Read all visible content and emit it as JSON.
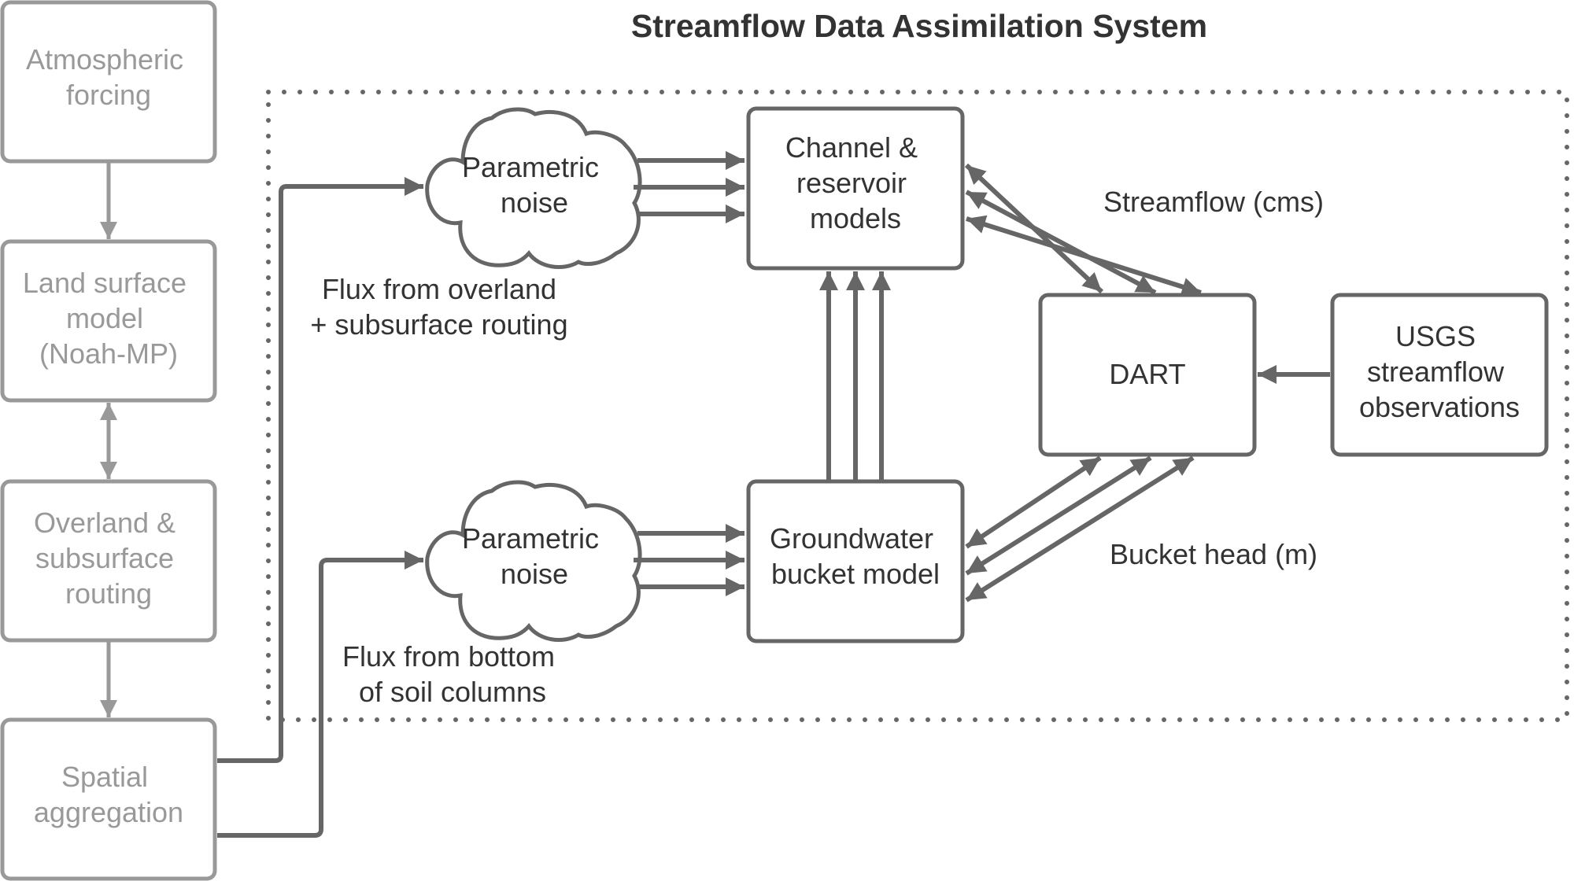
{
  "title": "Streamflow Data Assimilation System",
  "colors": {
    "external_component": "#999999",
    "system_component": "#666666",
    "text_dark": "#333333",
    "background": "#ffffff"
  },
  "external_nodes": [
    {
      "id": "atmospheric-forcing",
      "lines": [
        "Atmospheric",
        "forcing"
      ]
    },
    {
      "id": "land-surface-model",
      "lines": [
        "Land surface",
        "model",
        "(Noah-MP)"
      ]
    },
    {
      "id": "overland-subsurface-routing",
      "lines": [
        "Overland &",
        "subsurface",
        "routing"
      ]
    },
    {
      "id": "spatial-aggregation",
      "lines": [
        "Spatial",
        "aggregation"
      ]
    }
  ],
  "system_nodes": {
    "noise_top": {
      "lines": [
        "Parametric",
        "noise"
      ]
    },
    "noise_bottom": {
      "lines": [
        "Parametric",
        "noise"
      ]
    },
    "channel": {
      "lines": [
        "Channel &",
        "reservoir",
        "models"
      ]
    },
    "groundwater": {
      "lines": [
        "Groundwater",
        "bucket model"
      ]
    },
    "dart": {
      "lines": [
        "DART"
      ]
    },
    "usgs": {
      "lines": [
        "USGS",
        "streamflow",
        "observations"
      ]
    }
  },
  "edge_labels": {
    "flux_overland": [
      "Flux from overland",
      "+ subsurface routing"
    ],
    "flux_bottom": [
      "Flux from bottom",
      "of soil columns"
    ],
    "streamflow": "Streamflow (cms)",
    "bucket_head": "Bucket head (m)"
  },
  "edges": [
    {
      "from": "atmospheric-forcing",
      "to": "land-surface-model",
      "direction": "forward"
    },
    {
      "from": "land-surface-model",
      "to": "overland-subsurface-routing",
      "direction": "bidirectional"
    },
    {
      "from": "overland-subsurface-routing",
      "to": "spatial-aggregation",
      "direction": "forward"
    },
    {
      "from": "spatial-aggregation",
      "to": "noise_top",
      "direction": "forward",
      "label": "flux_overland"
    },
    {
      "from": "spatial-aggregation",
      "to": "noise_bottom",
      "direction": "forward",
      "label": "flux_bottom"
    },
    {
      "from": "noise_top",
      "to": "channel",
      "direction": "forward",
      "count": 3
    },
    {
      "from": "noise_bottom",
      "to": "groundwater",
      "direction": "forward",
      "count": 3
    },
    {
      "from": "groundwater",
      "to": "channel",
      "direction": "forward",
      "count": 3
    },
    {
      "from": "channel",
      "to": "dart",
      "direction": "bidirectional",
      "count": 3,
      "label": "streamflow"
    },
    {
      "from": "groundwater",
      "to": "dart",
      "direction": "bidirectional",
      "count": 3,
      "label": "bucket_head"
    },
    {
      "from": "usgs",
      "to": "dart",
      "direction": "forward"
    }
  ]
}
